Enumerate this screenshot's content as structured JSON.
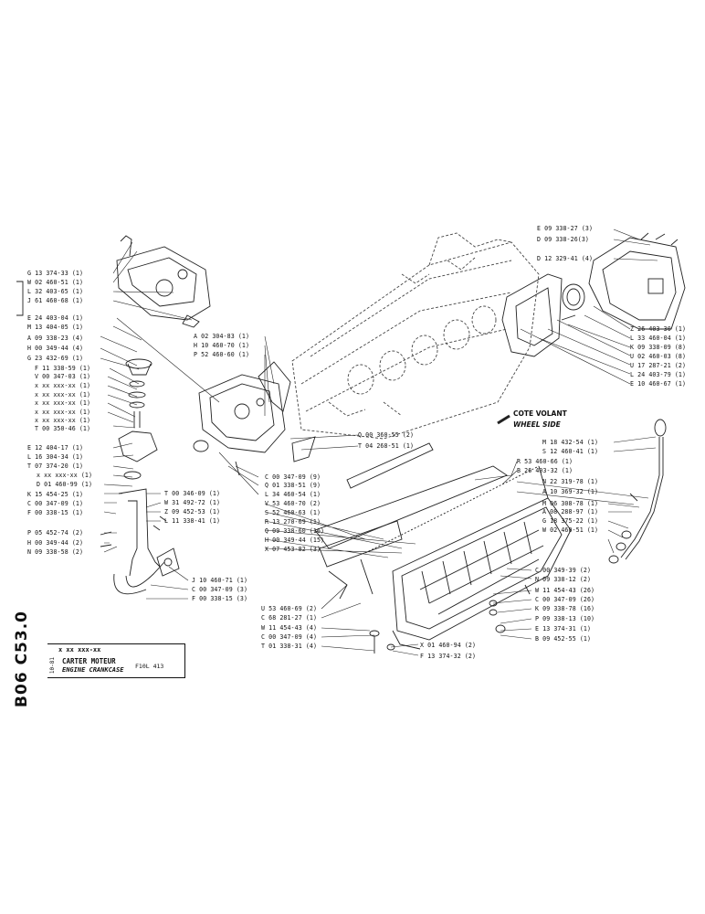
{
  "page_code": "B06 C53.0",
  "title_block": {
    "code": "x xx xxx-xx",
    "sub": "10-81",
    "name_fr": "CARTER MOTEUR",
    "name_en": "ENGINE CRANKCASE",
    "model": "F10L 413"
  },
  "side_label": {
    "fr": "COTE VOLANT",
    "en": "WHEEL SIDE"
  },
  "labels": [
    "E 09 338-27 (3)",
    "D 09 338-26(3)",
    "D 12 329-41 (4)",
    "Z 26 403-30 (1)",
    "L 33 460-04 (1)",
    "K 09 338-09 (8)",
    "U 02 460-03 (8)",
    "U 17 287-21 (2)",
    "L 24 403-79 (1)",
    "E 10 460-67 (1)",
    "G 13 374-33 (1)",
    "W 02 460-51 (1)",
    "L 32 403-65 (1)",
    "J 61 460-68 (1)",
    "E 24 403-04 (1)",
    "M 13 404-05 (1)",
    "A 09 338-23 (4)",
    "H 00 349-44 (4)",
    "G 23 432-69 (1)",
    "F 11 338-59 (1)",
    "V 00 347-03 (1)",
    "x xx xxx-xx (1)",
    "x xx xxx-xx (1)",
    "x xx xxx-xx (1)",
    "x xx xxx-xx (1)",
    "x xx xxx-xx (1)",
    "T 00 350-46 (1)",
    "A 02 304-83 (1)",
    "H 10 460-70 (1)",
    "P 52 460-60 (1)",
    "Q 00 360-55 (2)",
    "T 04 268-51 (1)",
    "E 12 404-17 (1)",
    "L 16 304-34 (1)",
    "T 07 374-20 (1)",
    "x xx xxx-xx (1)",
    "D 01 460-99 (1)",
    "K 15 454-25 (1)",
    "C 00 347-09 (1)",
    "F 00 338-15 (1)",
    "P 05 452-74 (2)",
    "H 00 349-44 (2)",
    "N 09 338-58 (2)",
    "C 00 347-09 (9)",
    "Q 01 338-51 (9)",
    "L 34 460-54 (1)",
    "V 53 460-70 (2)",
    "S 52 460-63 (1)",
    "R 13 270-69 (1)",
    "Q 09 338-60 (16)",
    "H 00 349-44 (15)",
    "X 07 453-82 (3)",
    "T 00 346-09 (1)",
    "W 31 492-72 (1)",
    "Z 09 452-53 (1)",
    "L 11 338-41 (1)",
    "J 10 460-71 (1)",
    "C 00 347-09 (3)",
    "F 00 338-15 (3)",
    "M 18 432-54 (1)",
    "S 12 460-41 (1)",
    "R 53 460-66 (1)",
    "B 26 403-32 (1)",
    "N 22 319-78 (1)",
    "A 10 369-32 (1)",
    "M 06 308-78 (1)",
    "A 08 288-97 (1)",
    "G 18 375-22 (1)",
    "W 02 460-51 (1)",
    "C 00 349-39 (2)",
    "N 09 338-12 (2)",
    "W 11 454-43 (26)",
    "C 00 347-09 (26)",
    "K 09 338-78 (16)",
    "P 09 338-13 (10)",
    "E 13 374-31 (1)",
    "B 09 452-55 (1)",
    "U 53 460-69 (2)",
    "C 68 281-27 (1)",
    "W 11 454-43 (4)",
    "C 00 347-09 (4)",
    "T 01 338-31 (4)",
    "X 01 460-94 (2)",
    "F 13 374-32 (2)"
  ]
}
